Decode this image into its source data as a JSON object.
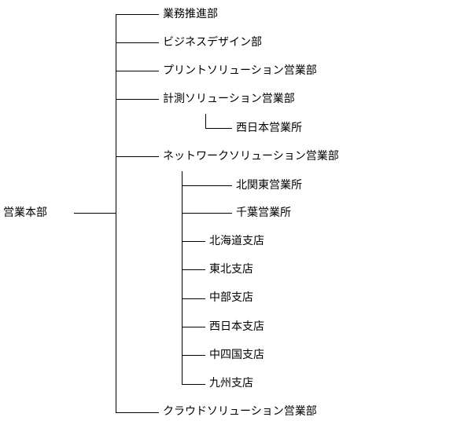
{
  "root": {
    "label": "営業本部"
  },
  "departments": [
    {
      "label": "業務推進部"
    },
    {
      "label": "ビジネスデザイン部"
    },
    {
      "label": "プリントソリューション営業部"
    },
    {
      "label": "計測ソリューション営業部"
    },
    {
      "label": "ネットワークソリューション営業部"
    },
    {
      "label": "クラウドソリューション営業部"
    }
  ],
  "measurement_offices": [
    {
      "label": "西日本営業所"
    }
  ],
  "network_offices": [
    {
      "label": "北関東営業所"
    },
    {
      "label": "千葉営業所"
    }
  ],
  "network_branches": [
    {
      "label": "北海道支店"
    },
    {
      "label": "東北支店"
    },
    {
      "label": "中部支店"
    },
    {
      "label": "西日本支店"
    },
    {
      "label": "中四国支店"
    },
    {
      "label": "九州支店"
    }
  ],
  "colors": {
    "line": "#000000",
    "text": "#000000",
    "background": "#ffffff"
  }
}
